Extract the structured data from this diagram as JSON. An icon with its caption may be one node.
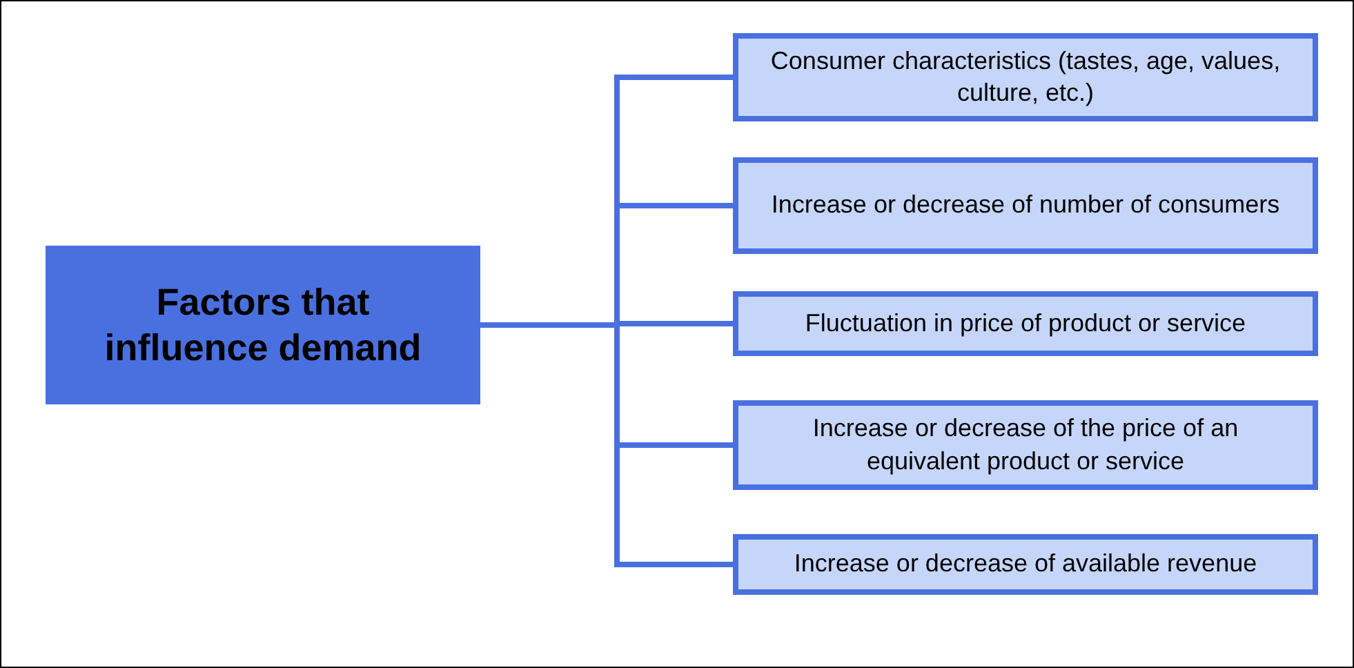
{
  "diagram": {
    "nodes": [
      {
        "text": [
          "Factors that influence demand"
        ]
      },
      {
        "text": [
          "Consumer characteristics (tastes, age, values, culture, etc.)"
        ]
      },
      {
        "text": [
          "Increase or decrease of number of consumers"
        ]
      },
      {
        "text": [
          "Fluctuation in price of product or service"
        ]
      },
      {
        "text": [
          "Increase or decrease of the price of an equivalent product or service"
        ]
      },
      {
        "text": [
          "Increase or decrease of available revenue"
        ]
      }
    ],
    "edges": [
      {
        "from": 0,
        "to": 1,
        "arrow": "none"
      },
      {
        "from": 0,
        "to": 2,
        "arrow": "none"
      },
      {
        "from": 0,
        "to": 3,
        "arrow": "none"
      },
      {
        "from": 0,
        "to": 4,
        "arrow": "none"
      },
      {
        "from": 0,
        "to": 5,
        "arrow": "none"
      }
    ]
  }
}
